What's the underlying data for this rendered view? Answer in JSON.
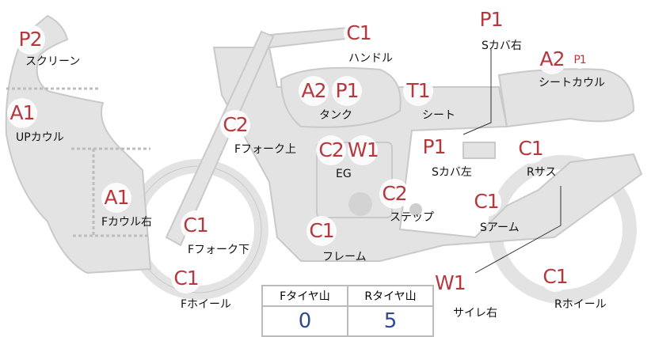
{
  "parts": [
    {
      "id": "screen",
      "grades": [
        "P2"
      ],
      "label": "スクリーン"
    },
    {
      "id": "up-cowl",
      "grades": [
        "A1"
      ],
      "label": "UPカウル"
    },
    {
      "id": "f-cowl-right",
      "grades": [
        "A1"
      ],
      "label": "Fカウル右"
    },
    {
      "id": "f-fork-upper",
      "grades": [
        "C2"
      ],
      "label": "Fフォーク上"
    },
    {
      "id": "f-fork-lower",
      "grades": [
        "C1"
      ],
      "label": "Fフォーク下"
    },
    {
      "id": "f-wheel",
      "grades": [
        "C1"
      ],
      "label": "Fホイール"
    },
    {
      "id": "handle",
      "grades": [
        "C1"
      ],
      "label": "ハンドル"
    },
    {
      "id": "tank",
      "grades": [
        "A2",
        "P1"
      ],
      "label": "タンク"
    },
    {
      "id": "seat",
      "grades": [
        "T1"
      ],
      "label": "シート"
    },
    {
      "id": "s-cover-right",
      "grades": [
        "P1"
      ],
      "label": "Sカバ右"
    },
    {
      "id": "seat-cowl",
      "grades": [
        "A2",
        "P1"
      ],
      "label": "シートカウル"
    },
    {
      "id": "engine",
      "grades": [
        "C2",
        "W1"
      ],
      "label": "EG"
    },
    {
      "id": "s-cover-left",
      "grades": [
        "P1"
      ],
      "label": "Sカバ左"
    },
    {
      "id": "r-suspension",
      "grades": [
        "C1"
      ],
      "label": "Rサス"
    },
    {
      "id": "step",
      "grades": [
        "C2"
      ],
      "label": "ステップ"
    },
    {
      "id": "swing-arm",
      "grades": [
        "C1"
      ],
      "label": "Sアーム"
    },
    {
      "id": "frame",
      "grades": [
        "C1"
      ],
      "label": "フレーム"
    },
    {
      "id": "silencer-right",
      "grades": [
        "W1"
      ],
      "label": "サイレ右"
    },
    {
      "id": "r-wheel",
      "grades": [
        "C1"
      ],
      "label": "Rホイール"
    }
  ],
  "tire": {
    "front_label": "Fタイヤ山",
    "rear_label": "Rタイヤ山",
    "front_value": "0",
    "rear_value": "5"
  },
  "colors": {
    "grade": "#b5383f",
    "value": "#2d4b8e",
    "part": "#e3e3e3"
  }
}
